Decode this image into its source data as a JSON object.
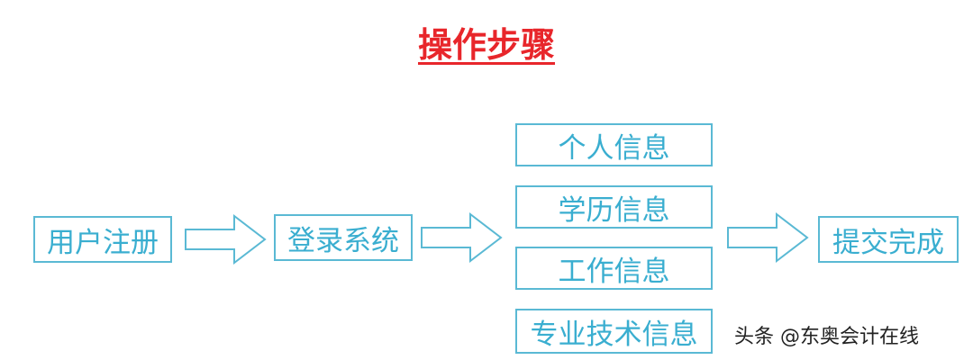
{
  "title": "操作步骤",
  "steps": {
    "register": "用户注册",
    "login": "登录系统",
    "info": [
      "个人信息",
      "学历信息",
      "工作信息",
      "专业技术信息"
    ],
    "submit": "提交完成"
  },
  "watermark": "头条 @东奥会计在线",
  "colors": {
    "title": "#e8262b",
    "box_border": "#5ab9d4",
    "box_text": "#3aaed0",
    "arrow": "#5ab9d4"
  }
}
